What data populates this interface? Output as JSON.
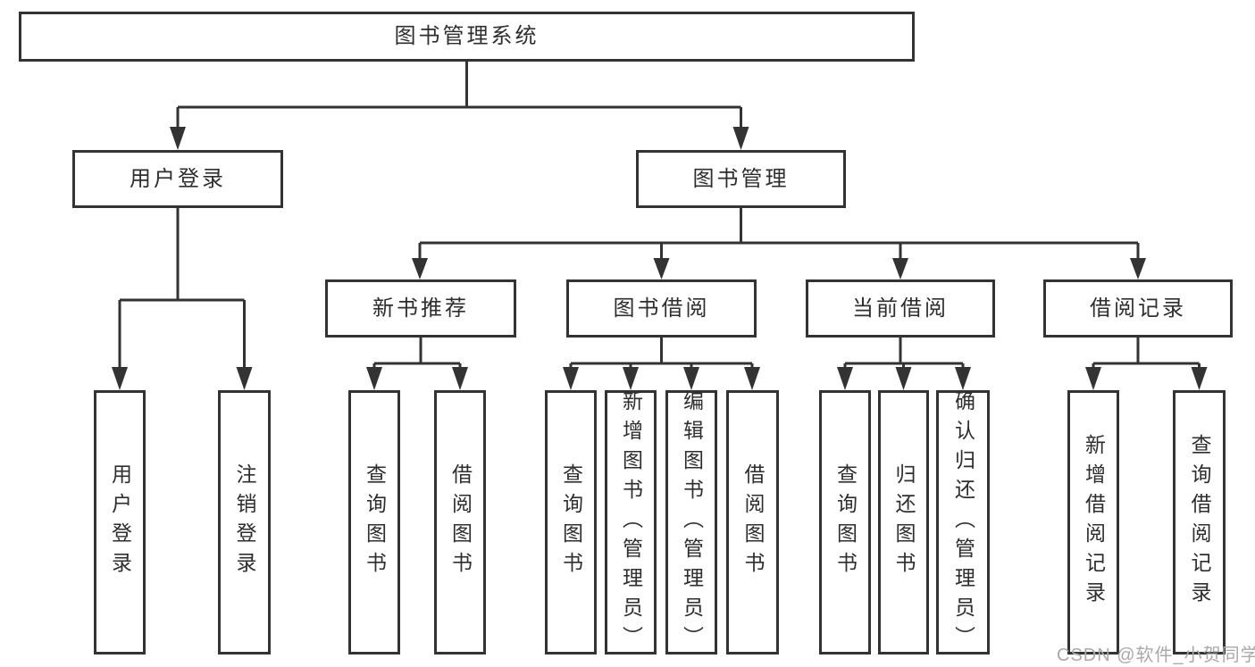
{
  "diagram": {
    "root": {
      "label": "图书管理系统"
    },
    "branches": [
      {
        "label": "用户登录",
        "children": [
          {
            "label": "用户登录"
          },
          {
            "label": "注销登录"
          }
        ]
      },
      {
        "label": "图书管理",
        "children": [
          {
            "label": "新书推荐",
            "children": [
              {
                "label": "查询图书"
              },
              {
                "label": "借阅图书"
              }
            ]
          },
          {
            "label": "图书借阅",
            "children": [
              {
                "label": "查询图书"
              },
              {
                "label": "新增图书（管理员）"
              },
              {
                "label": "编辑图书（管理员）"
              },
              {
                "label": "借阅图书"
              }
            ]
          },
          {
            "label": "当前借阅",
            "children": [
              {
                "label": "查询图书"
              },
              {
                "label": "归还图书"
              },
              {
                "label": "确认归还（管理员）"
              }
            ]
          },
          {
            "label": "借阅记录",
            "children": [
              {
                "label": "新增借阅记录"
              },
              {
                "label": "查询借阅记录"
              }
            ]
          }
        ]
      }
    ]
  },
  "watermark": {
    "text": "CSDN @软件_小贺同学",
    "color": "#a9a9a9"
  },
  "colors": {
    "line": "#333333",
    "box_border": "#333333",
    "text": "#2e2e2e",
    "background": "#ffffff"
  }
}
